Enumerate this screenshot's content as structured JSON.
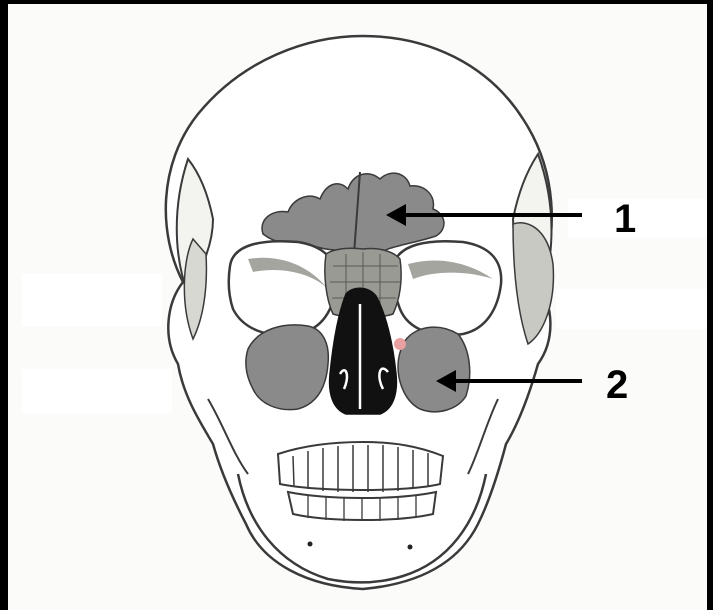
{
  "diagram": {
    "labels": [
      {
        "id": "1",
        "text": "1",
        "region_color": "#8a8a8a"
      },
      {
        "id": "2",
        "text": "2",
        "region_color": "#8a8a8a"
      }
    ],
    "colors": {
      "background": "#000000",
      "paper": "#fbfbf9",
      "outline": "#3a3a3a",
      "shading": "#8a8a8a",
      "dark": "#111111",
      "arrow": "#000000",
      "accent": "#e8a0a0"
    }
  }
}
